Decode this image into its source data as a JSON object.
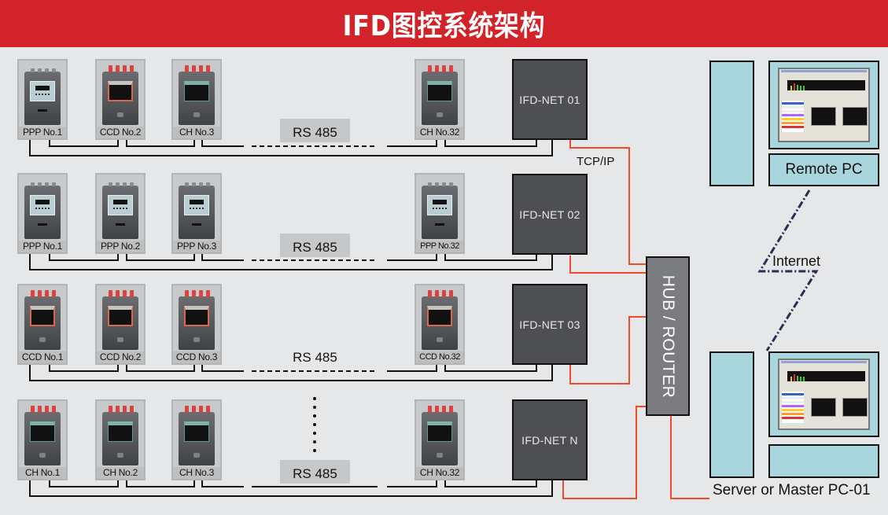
{
  "header": {
    "title": "IFD图控系统架构",
    "background": "#d2232a"
  },
  "rows": [
    {
      "devices": [
        {
          "type": "ppp",
          "label": "PPP No.1"
        },
        {
          "type": "ccd",
          "label": "CCD No.2"
        },
        {
          "type": "ch",
          "label": "CH No.3"
        },
        {
          "type": "ch",
          "label": "CH No.32"
        }
      ],
      "bus_label": "RS 485",
      "gateway": "IFD-NET 01"
    },
    {
      "devices": [
        {
          "type": "ppp",
          "label": "PPP No.1"
        },
        {
          "type": "ppp",
          "label": "PPP No.2"
        },
        {
          "type": "ppp",
          "label": "PPP No.3"
        },
        {
          "type": "ppp",
          "label": "PPP No.32"
        }
      ],
      "bus_label": "RS 485",
      "gateway": "IFD-NET 02"
    },
    {
      "devices": [
        {
          "type": "ccd",
          "label": "CCD No.1"
        },
        {
          "type": "ccd",
          "label": "CCD No.2"
        },
        {
          "type": "ccd",
          "label": "CCD No.3"
        },
        {
          "type": "ccd",
          "label": "CCD No.32"
        }
      ],
      "bus_label": "RS 485",
      "gateway": "IFD-NET 03"
    },
    {
      "devices": [
        {
          "type": "ch",
          "label": "CH No.1"
        },
        {
          "type": "ch",
          "label": "CH No.2"
        },
        {
          "type": "ch",
          "label": "CH No.3"
        },
        {
          "type": "ch",
          "label": "CH No.32"
        }
      ],
      "bus_label": "RS 485",
      "gateway": "IFD-NET N"
    }
  ],
  "network": {
    "protocol_label": "TCP/IP",
    "hub_label": "HUB / ROUTER",
    "internet_label": "Internet",
    "remote_pc_label": "Remote PC",
    "server_label": "Server or Master PC-01"
  },
  "colors": {
    "tcp_line": "#ef4a2a",
    "rs485_line": "#111111",
    "internet_line": "#2e2c52",
    "pc_fill": "#a9d5dc",
    "gateway_fill": "#4e4f52",
    "hub_fill": "#7b7c80"
  }
}
